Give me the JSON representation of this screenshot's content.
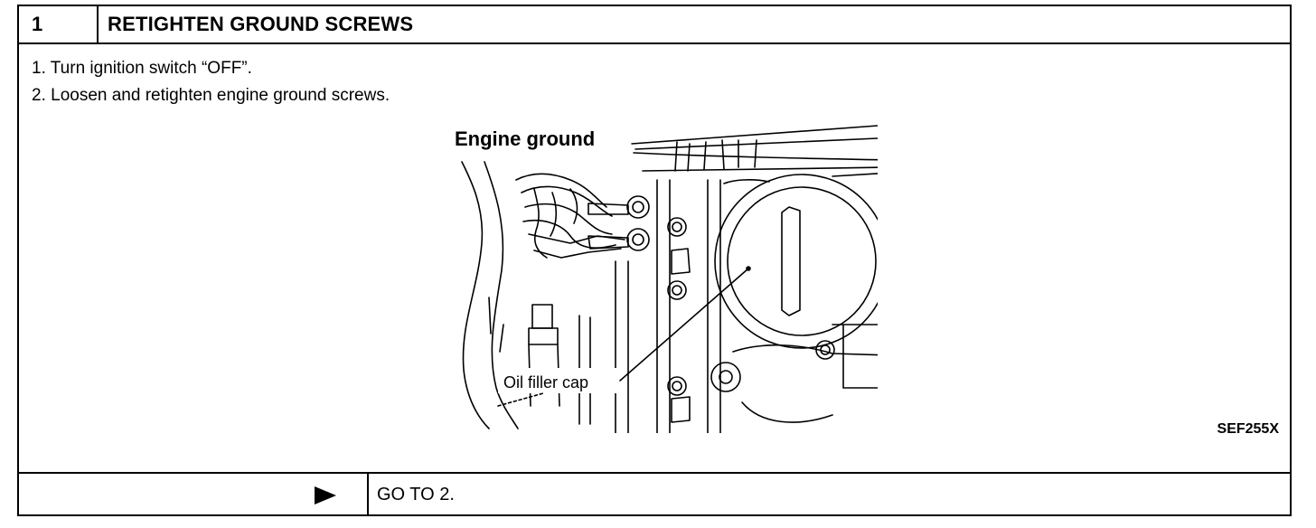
{
  "step": {
    "number": "1",
    "title": "RETIGHTEN GROUND SCREWS"
  },
  "instructions": [
    "1. Turn ignition switch “OFF”.",
    "2. Loosen and retighten engine ground screws."
  ],
  "figure": {
    "label_engine_ground": "Engine ground",
    "label_oil_filler_cap": "Oil filler cap",
    "code": "SEF255X"
  },
  "footer": {
    "arrow_icon": "right-triangle-arrow-icon",
    "goto": "GO TO 2."
  }
}
